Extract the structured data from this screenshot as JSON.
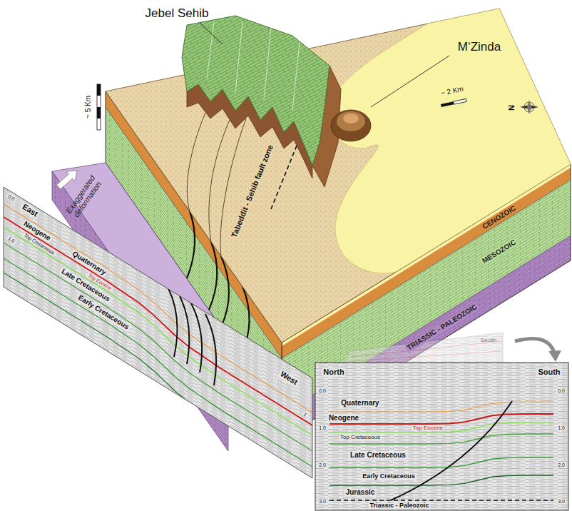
{
  "diagram": {
    "labels": [
      "Jebel Sehib",
      "M‘Zinda",
      "~ 5 Km",
      "~ 2 Km",
      "N",
      "Tabeddit - Sehib fault zone",
      "Exaggerated deformation",
      "CENOZOIC",
      "MESOZOIC",
      "TRIASSIC - PALEOZOIC",
      "East",
      "0.0",
      "1.0",
      "Quaternary",
      "Neogene",
      "Top Eocene",
      "Top Cretaceous",
      "Late Cretaceous",
      "Early Cretaceous",
      "West",
      "1",
      "South",
      "North",
      "South",
      "0.0",
      "1.0",
      "2.0",
      "3.0",
      "0.0",
      "1.0",
      "2.0",
      "3.0",
      "Quaternary",
      "Neogene",
      "Top Eocene",
      "Top Cretaceous",
      "Late Cretaceous",
      "Early Cretaceous",
      "Jurassic",
      "Triassic - Paleozoic"
    ]
  }
}
